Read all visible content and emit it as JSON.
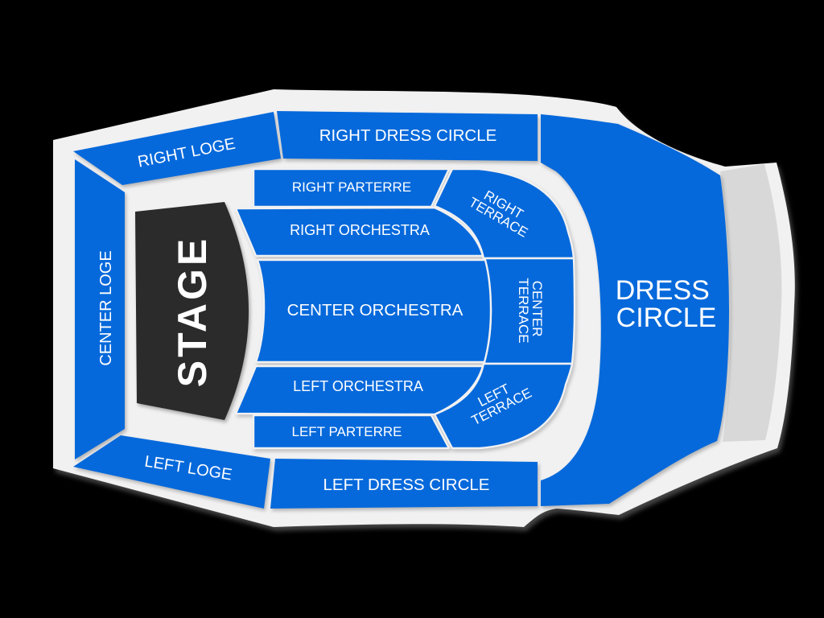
{
  "colors": {
    "background": "#000000",
    "section_blue": "#0669DB",
    "floor": "#F1F1F2",
    "wall_gray": "#D8D8D8",
    "stage_dark": "#2B2B2B",
    "label_white": "#FFFFFF"
  },
  "sections": {
    "stage": {
      "label": "STAGE"
    },
    "right_loge": {
      "label": "RIGHT LOGE"
    },
    "right_dress_circle": {
      "label": "RIGHT DRESS CIRCLE"
    },
    "center_loge": {
      "label": "CENTER LOGE"
    },
    "left_loge": {
      "label": "LEFT LOGE"
    },
    "left_dress_circle": {
      "label": "LEFT DRESS CIRCLE"
    },
    "dress_circle": {
      "label_line1": "DRESS",
      "label_line2": "CIRCLE"
    },
    "right_parterre": {
      "label": "RIGHT PARTERRE"
    },
    "right_orchestra": {
      "label": "RIGHT ORCHESTRA"
    },
    "center_orchestra": {
      "label": "CENTER ORCHESTRA"
    },
    "left_orchestra": {
      "label": "LEFT ORCHESTRA"
    },
    "left_parterre": {
      "label": "LEFT PARTERRE"
    },
    "right_terrace": {
      "label_line1": "RIGHT",
      "label_line2": "TERRACE"
    },
    "center_terrace": {
      "label_line1": "CENTER",
      "label_line2": "TERRACE"
    },
    "left_terrace": {
      "label_line1": "LEFT",
      "label_line2": "TERRACE"
    }
  }
}
